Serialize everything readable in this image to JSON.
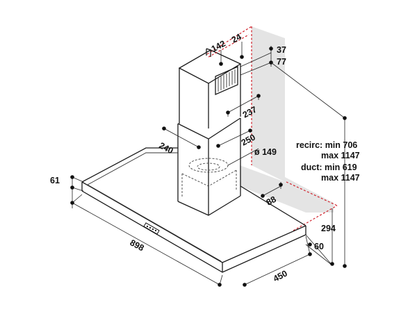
{
  "diagram": {
    "dimensions": {
      "d142": "142",
      "d24": "24",
      "d37": "37",
      "d77": "77",
      "d237": "237",
      "d240": "240",
      "d250": "250",
      "d149": "ø 149",
      "d61": "61",
      "d88": "88",
      "d898": "898",
      "d294": "294",
      "d60": "60",
      "d450": "450"
    },
    "specs": {
      "recirc_line1": "recirc: min 706",
      "recirc_line2": "max 1147",
      "duct_line1": "duct: min 619",
      "duct_line2": "max 1147"
    },
    "colors": {
      "line": "#1a1a1a",
      "wall": "#e4e4e4",
      "ceiling_marker": "#d0202a"
    }
  }
}
